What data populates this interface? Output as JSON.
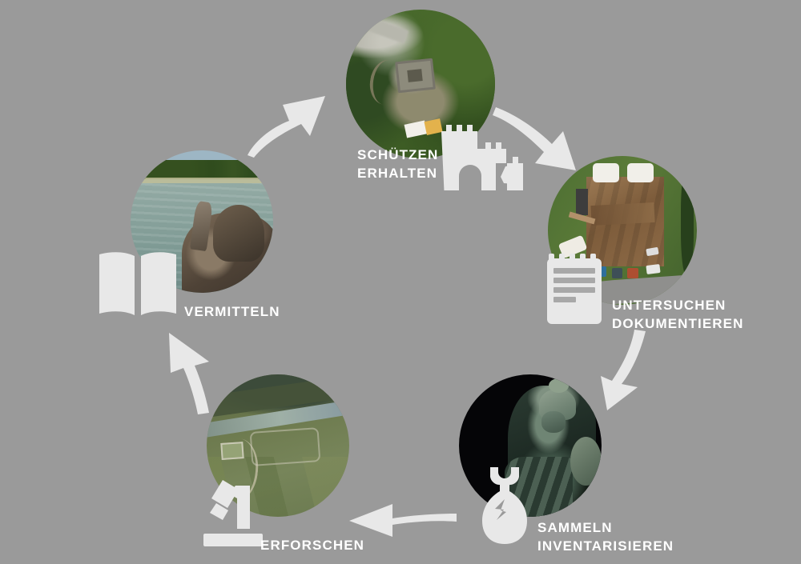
{
  "meta": {
    "background_color": "#9a9a9a",
    "icon_color": "#e8e8e8",
    "label_color": "#ffffff",
    "title": "Kreislauf der archaeologischen Denkmalpflege"
  },
  "steps": [
    {
      "id": "schuetzen-erhalten",
      "label_lines": [
        "SCHÜTZEN",
        "ERHALTEN"
      ],
      "icon": "castle-ruin-icon",
      "photo": "aerial-forest-ruin-photo",
      "photo_alt": "Luftbild einer Burgruine im Wald"
    },
    {
      "id": "untersuchen-dokumentieren",
      "label_lines": [
        "UNTERSUCHEN",
        "DOKUMENTIEREN"
      ],
      "icon": "notepad-icon",
      "photo": "aerial-excavation-site-photo",
      "photo_alt": "Luftbild einer Ausgrabungsflaeche"
    },
    {
      "id": "sammeln-inventarisieren",
      "label_lines": [
        "SAMMELN",
        "INVENTARISIEREN"
      ],
      "icon": "cracked-amphora-icon",
      "photo": "bronze-statue-photo",
      "photo_alt": "Bronzestatue einer behelmten Figur"
    },
    {
      "id": "erforschen",
      "label_lines": [
        "ERFORSCHEN"
      ],
      "icon": "microscope-icon",
      "photo": "roman-town-reconstruction-photo",
      "photo_alt": "Rekonstruktion einer roemischen Stadt am Fluss"
    },
    {
      "id": "vermitteln",
      "label_lines": [
        "VERMITTELN"
      ],
      "icon": "open-book-icon",
      "photo": "lake-reenactment-photo",
      "photo_alt": "Seeufer mit Darsteller in historischem Gewand"
    }
  ],
  "arrows": [
    {
      "id": "arrow-vermitteln-to-schuetzen",
      "direction": "up-right"
    },
    {
      "id": "arrow-schuetzen-to-untersuchen",
      "direction": "down-right"
    },
    {
      "id": "arrow-untersuchen-to-sammeln",
      "direction": "down-left"
    },
    {
      "id": "arrow-sammeln-to-erforschen",
      "direction": "left"
    },
    {
      "id": "arrow-erforschen-to-vermitteln",
      "direction": "up-left"
    }
  ]
}
